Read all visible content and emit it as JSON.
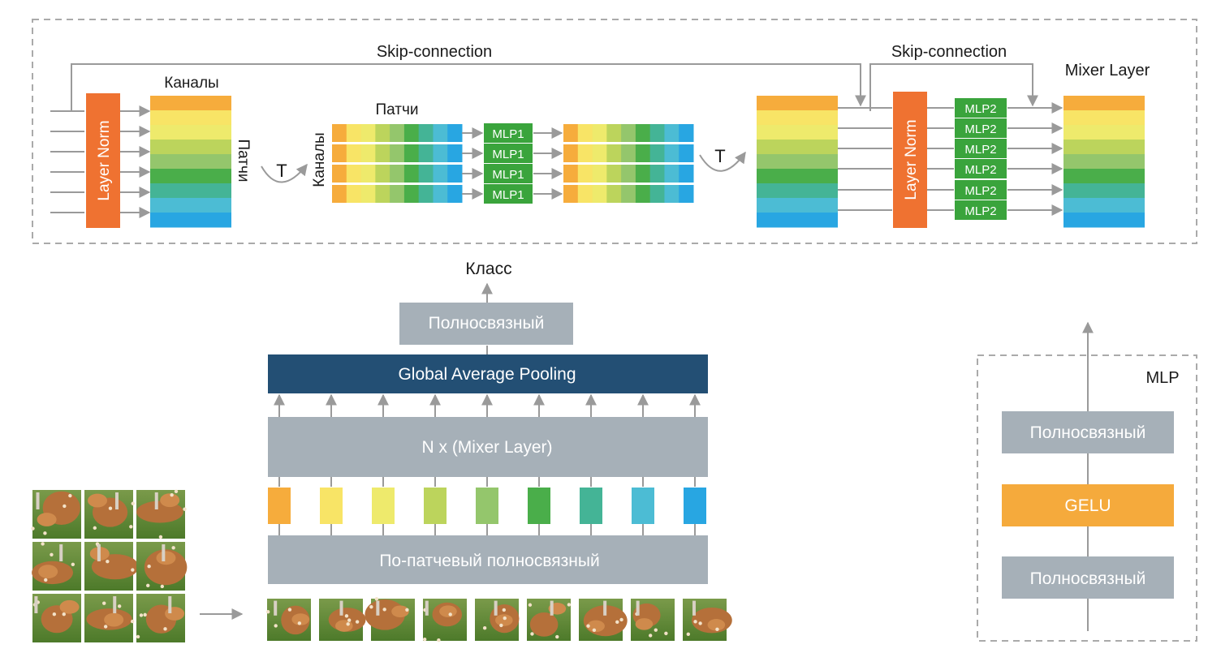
{
  "colors": {
    "strip": [
      "#f6ac3c",
      "#f8e466",
      "#eeea6c",
      "#bcd45c",
      "#94c66c",
      "#4aae4a",
      "#44b496",
      "#4cbcd4",
      "#28a6e2"
    ],
    "layer_norm": "#ef7231",
    "mlp_green": "#3aa43c",
    "gray_box": "#a6b0b8",
    "dark_box": "#234f74",
    "gelu": "#f5aa3c",
    "arrow": "#9a9a9a",
    "dash": "#aaaaaa",
    "text": "#1a1a1a"
  },
  "icons": {
    "transpose_arc": "curved-transpose-arrow",
    "patch_image": "deer-photo-patch"
  },
  "top": {
    "skip1": "Skip-connection",
    "skip2": "Skip-connection",
    "mixer_layer": "Mixer Layer",
    "layer_norm": "Layer Norm",
    "channels": "Каналы",
    "patches_vertical": "Патчи",
    "patches": "Патчи",
    "channels_vertical": "Каналы",
    "transpose": "T",
    "mlp1": "MLP1",
    "mlp2": "MLP2"
  },
  "main": {
    "class_label": "Класс",
    "fc": "Полносвязный",
    "gap": "Global Average Pooling",
    "mixer": "N x (Mixer Layer)",
    "per_patch": "По-патчевый полносвязный"
  },
  "mlp_box": {
    "title": "MLP",
    "fc_top": "Полносвязный",
    "gelu": "GELU",
    "fc_bottom": "Полносвязный"
  }
}
